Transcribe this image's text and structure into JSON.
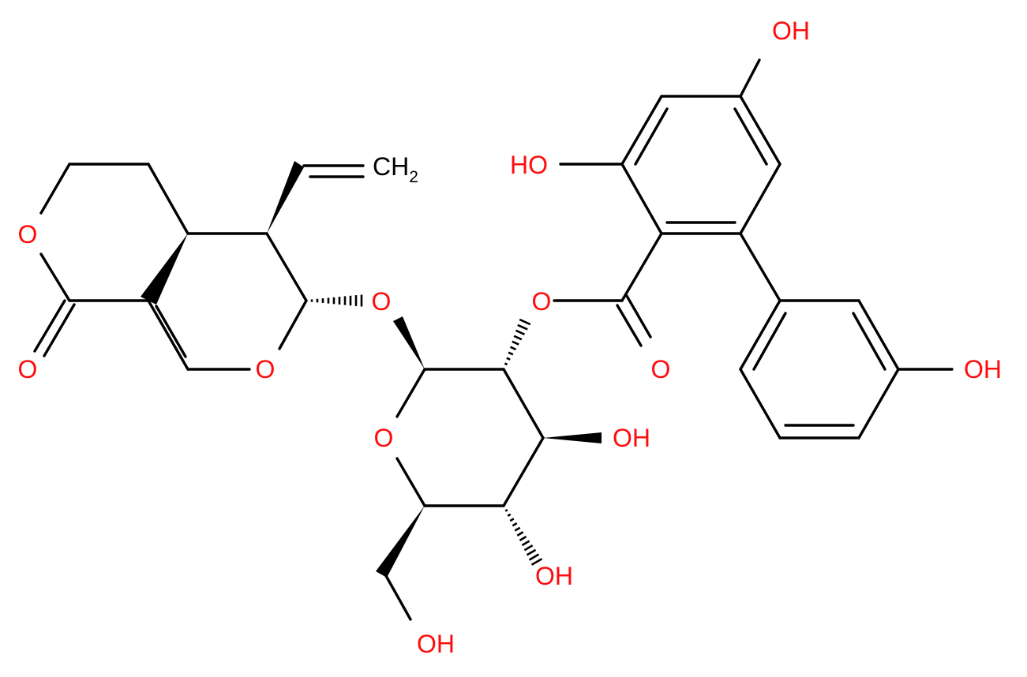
{
  "colors": {
    "bond": "#000000",
    "oxygen": "#ff0d0d",
    "background": "#ffffff"
  },
  "atoms": {
    "o_lactone_ring": "O",
    "o_lactone_carbonyl": "O",
    "o_dihydropyran": "O",
    "o_glycoside_link": "O",
    "o_sugar_ring": "O",
    "o_ester_single": "O",
    "o_ester_carbonyl": "O",
    "vinyl_ch2": "CH",
    "vinyl_ch2_sub": "2",
    "oh_top": "OH",
    "oh_phenol_left": "HO",
    "oh_right_ring": "OH",
    "oh_sugar_3": "OH",
    "oh_sugar_4": "OH",
    "oh_sugar_6": "OH"
  }
}
